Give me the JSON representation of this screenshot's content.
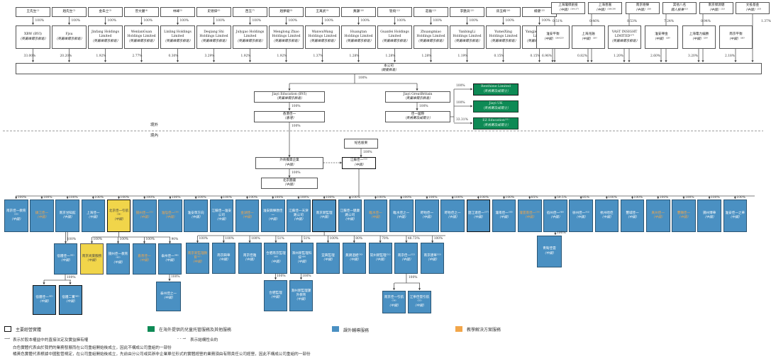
{
  "colors": {
    "blue": "#4a90c2",
    "yellow": "#f1d54a",
    "green": "#0e8a55",
    "orange": "#f2a64a"
  },
  "shareholders": [
    {
      "name": "王先生⁽¹⁾"
    },
    {
      "name": "趙先生⁽²⁾"
    },
    {
      "name": "金朱士⁽³⁾"
    },
    {
      "name": "曾文麗⁽⁴⁾"
    },
    {
      "name": "林峰⁽⁵⁾"
    },
    {
      "name": "史德偉⁽⁶⁾"
    },
    {
      "name": "西玉⁽⁷⁾"
    },
    {
      "name": "趙夢龍⁽⁸⁾"
    },
    {
      "name": "王萬武⁽⁹⁾"
    },
    {
      "name": "黃謙⁽¹⁰⁾"
    },
    {
      "name": "管飛⁽¹¹⁾"
    },
    {
      "name": "莊磊⁽¹²⁾"
    },
    {
      "name": "李艷兵⁽¹³⁾"
    },
    {
      "name": "孫玉梅⁽¹⁴⁾"
    },
    {
      "name": "楊健⁽¹⁵⁾"
    }
  ],
  "holdcos": [
    {
      "name": "XBW (BVI)",
      "sub": "（英屬維爾京群島）",
      "pct_above": "100%",
      "pct_below": "33.00%"
    },
    {
      "name": "Fjsu",
      "sub": "（英屬維爾京群島）",
      "pct_above": "100%",
      "pct_below": "20.20%"
    },
    {
      "name": "Jinfang Holdings Limited",
      "sub": "（英屬維爾京群島）",
      "pct_above": "100%",
      "pct_below": "1.92%"
    },
    {
      "name": "WenlanGuan Holdings Limited",
      "sub": "（英屬維爾京群島）",
      "pct_above": "100%",
      "pct_below": "2.77%"
    },
    {
      "name": "Linling Holdings Limited",
      "sub": "（英屬維爾京群島）",
      "pct_above": "100%",
      "pct_below": "0.30%"
    },
    {
      "name": "Deqiang Shi Holdings Limited",
      "sub": "（英屬維爾京群島）",
      "pct_above": "100%",
      "pct_below": "3.29%"
    },
    {
      "name": "Julygao Holdings Limited",
      "sub": "（英屬維爾京群島）",
      "pct_above": "100%",
      "pct_below": "1.92%"
    },
    {
      "name": "Menglong Zhao Holdings Limited",
      "sub": "（英屬維爾京群島）",
      "pct_above": "100%",
      "pct_below": "1.92%"
    },
    {
      "name": "WanwuWang Holdings Limited",
      "sub": "（英屬維爾京群島）",
      "pct_above": "100%",
      "pct_below": "1.37%"
    },
    {
      "name": "Huangtan Holdings Limited",
      "sub": "（英屬維爾京群島）",
      "pct_above": "100%",
      "pct_below": "1.28%"
    },
    {
      "name": "Guanfei Holdings Limited",
      "sub": "（英屬維爾京群島）",
      "pct_above": "100%",
      "pct_below": "1.28%"
    },
    {
      "name": "Zhuangmiao Holdings Limited",
      "sub": "（英屬維爾京群島）",
      "pct_above": "100%",
      "pct_below": "1.28%"
    },
    {
      "name": "YanbingLi Holdings Limited",
      "sub": "（英屬維爾京群島）",
      "pct_above": "100%",
      "pct_below": "1.19%"
    },
    {
      "name": "YumeiXing Holdings Limited",
      "sub": "（英屬維爾京群島）",
      "pct_above": "100%",
      "pct_below": "0.15%"
    },
    {
      "name": "Yangjie Holdings Limited",
      "sub": "（英屬維爾京群島）",
      "pct_above": "100%",
      "pct_below": "0.15%"
    }
  ],
  "institutions_top": [
    {
      "name": "上海瓏傑創投",
      "sub": "（中國）⁽¹⁶⁾⁽¹⁷⁾",
      "pct": "0.51%"
    },
    {
      "name": "上海善嘉",
      "sub": "（中國）⁽¹⁸⁾⁽¹⁹⁾",
      "pct": "0.46%"
    },
    {
      "name": "南京德樂",
      "sub": "（中國）⁽²⁰⁾",
      "pct": "0.53%"
    },
    {
      "name": "其他八名",
      "sub": "個人股東⁽²¹⁾",
      "pct": "7.24%"
    },
    {
      "name": "南京傑源健",
      "sub": "（中國）⁽²²⁾",
      "pct": "0.94%"
    },
    {
      "name": "文投基金",
      "sub": "（中國）⁽²³⁾",
      "pct": "1.37%"
    }
  ],
  "institutions_mid": [
    {
      "name": "淮安平衡",
      "sub": "（中國）⁽²⁴⁾⁽²⁵⁾",
      "pct": "6.96%"
    },
    {
      "name": "上海兆融",
      "sub": "（中國）⁽²⁶⁾",
      "pct": "0.82%"
    },
    {
      "name": "VAST INSIGHT LIMITED⁽²⁷⁾",
      "sub": "（英屬維爾京群島）",
      "pct": "1.20%"
    },
    {
      "name": "淮安禪金",
      "sub": "（中國）⁽²⁸⁾",
      "pct": "2.60%"
    },
    {
      "name": "上海電力編勝",
      "sub": "（中國）⁽²⁹⁾",
      "pct": "3.20%"
    },
    {
      "name": "南京平衡",
      "sub": "（中國）⁽³⁰⁾",
      "pct": "2.18%"
    }
  ],
  "company": {
    "name": "本公司",
    "sub": "（開曼群島）",
    "pct_below": "100%"
  },
  "offshore": {
    "bvi": {
      "name": "Jiayi Education (BVI)",
      "sub": "（英屬維爾京群島）",
      "pct_below": "100%"
    },
    "hk": {
      "name": "香港佳一",
      "sub": "（香港）",
      "pct_below": "100%"
    },
    "gb": {
      "name": "Jiayi GreatBritain",
      "sub": "（英屬維爾京群島）",
      "pct_below": "100%"
    },
    "intl": {
      "name": "佳一國際",
      "sub": "（英格蘭及威爾士）"
    },
    "green": [
      {
        "name": "Renthime Limited",
        "sub": "（英格蘭及威爾士）",
        "pct": "100%"
      },
      {
        "name": "Jiayi UK",
        "sub": "（英格蘭及威爾士）",
        "pct": "100%"
      },
      {
        "name": "EZ Education⁽³¹⁾",
        "sub": "（英格蘭及威爾士）",
        "pct": "33.31%"
      }
    ]
  },
  "region_labels": {
    "offshore": "境外",
    "onshore": "境內"
  },
  "onshore": {
    "nominee": {
      "name": "紀名股東",
      "pct_below": "100%"
    },
    "wfoe": {
      "name": "外商獨資企業",
      "sub": "（中國）",
      "pct_below": "100%"
    },
    "beijing_consult": {
      "name": "北京圖書",
      "sub": "（中國）"
    },
    "vie": {
      "name": "江蘇佳一⁽³²⁾",
      "sub": "（中國）"
    }
  },
  "subsidiaries": [
    {
      "name": "南京佳一教育⁽³³⁾",
      "sub": "（中國）",
      "pct": "100%",
      "color": "blue"
    },
    {
      "name": "鎮江佳一",
      "sub": "（中國）",
      "pct": "100%",
      "color": "blue-orange"
    },
    {
      "name": "南京甘知館",
      "sub": "（中國）",
      "pct": "100%",
      "color": "blue"
    },
    {
      "name": "上海佳一",
      "sub": "（中國）",
      "pct": "100%",
      "color": "blue"
    },
    {
      "name": "北京佳一引航⁽³⁴⁾",
      "sub": "（中國）",
      "pct": "100%",
      "color": "yellow",
      "thick": true
    },
    {
      "name": "揚州佳一⁽³⁵⁾",
      "sub": "（中國）",
      "pct": "100%",
      "color": "blue-orange"
    },
    {
      "name": "淮陰佳一⁽³⁶⁾",
      "sub": "（中國）",
      "pct": "100%",
      "color": "blue-orange"
    },
    {
      "name": "淮安草方向",
      "sub": "（中國）",
      "pct": "100%",
      "color": "blue"
    },
    {
      "name": "江蘇佳一淮安公司",
      "sub": "（中國）",
      "pct": "100%",
      "color": "blue"
    },
    {
      "name": "金湖佳一",
      "sub": "（中國）",
      "pct": "100%",
      "color": "blue-orange"
    },
    {
      "name": "淮安興樂匯佳一",
      "sub": "（中國）",
      "pct": "100%",
      "color": "blue"
    },
    {
      "name": "江蘇佳一天津路公司",
      "sub": "（中國）",
      "pct": "100%",
      "color": "blue"
    },
    {
      "name": "南京新監理",
      "sub": "（中國）",
      "pct": "100%",
      "color": "blue",
      "thick": true
    },
    {
      "name": "江蘇佳一健康路公司",
      "sub": "（中國）",
      "pct": "100%",
      "color": "blue"
    },
    {
      "name": "睢水佳一",
      "sub": "（中國）",
      "pct": "100%",
      "color": "blue-orange"
    },
    {
      "name": "睢水佳之一",
      "sub": "（中國）",
      "pct": "100%",
      "color": "blue"
    },
    {
      "name": "盱眙佳一",
      "sub": "（中國）",
      "pct": "100%",
      "color": "blue"
    },
    {
      "name": "盱眙佳之一",
      "sub": "（中國）",
      "pct": "100%",
      "color": "blue"
    },
    {
      "name": "連江達佳一⁽³⁷⁾",
      "sub": "（中國）",
      "pct": "100%",
      "color": "blue",
      "thick": true
    },
    {
      "name": "灌南佳一⁽³⁸⁾",
      "sub": "（中國）",
      "pct": "100%",
      "color": "blue"
    },
    {
      "name": "灌雲南佳一⁽³⁹⁾",
      "sub": "（中國）",
      "pct": "85%",
      "color": "blue-orange"
    },
    {
      "name": "宿州佳一⁽⁴⁰⁾",
      "sub": "（中國）",
      "pct": "59.5%",
      "color": "blue"
    },
    {
      "name": "徐州佳一⁽⁴¹⁾",
      "sub": "（中國）",
      "pct": "85%",
      "color": "blue"
    },
    {
      "name": "杭州哈佳",
      "sub": "（中國）",
      "pct": "100%",
      "color": "blue"
    },
    {
      "name": "豐城佳一",
      "sub": "（中國）",
      "pct": "100%",
      "color": "blue"
    },
    {
      "name": "真州佳一",
      "sub": "（中國）",
      "pct": "100%",
      "color": "blue-orange"
    },
    {
      "name": "豐縣佳一",
      "sub": "（中國）",
      "pct": "100%",
      "color": "blue-orange"
    },
    {
      "name": "揚州博華",
      "sub": "（中國）",
      "pct": "100%",
      "color": "blue"
    },
    {
      "name": "淮安佳一之華",
      "sub": "（中國）",
      "pct": "100%",
      "color": "blue"
    }
  ],
  "level3_left": [
    {
      "name": "宿遷佳一⁽⁴²⁾",
      "sub": "（中國）",
      "pct": "100%",
      "color": "blue"
    },
    {
      "name": "南京尚葉服務",
      "sub": "（中國）",
      "pct": "100%",
      "color": "yellow"
    },
    {
      "name": "揚州佳一教育⁽⁴³⁾",
      "sub": "（中國）",
      "pct": "100%",
      "color": "blue"
    },
    {
      "name": "嘉善佳一",
      "sub": "（中國）",
      "pct": "100%",
      "color": "blue-orange"
    },
    {
      "name": "泰州佳一⁽⁴⁴⁾",
      "sub": "（中國）",
      "pct": "90%",
      "color": "blue"
    }
  ],
  "level4_left": [
    {
      "name": "宿遷佳一⁽⁴⁵⁾",
      "sub": "（中國）",
      "color": "blue",
      "thick": true
    },
    {
      "name": "宿遷二實⁽⁴⁶⁾",
      "sub": "（中國）",
      "color": "blue",
      "thick": true
    }
  ],
  "level4_left_pct": "100%",
  "taizhou_child": {
    "name": "泰州佳之一",
    "sub": "（中國）",
    "pct": "100%"
  },
  "level3_mid": [
    {
      "name": "南京新監理教育⁽⁴⁷⁾",
      "sub": "（中國）",
      "pct": "100%",
      "color": "blue-orange"
    },
    {
      "name": "南京興華",
      "sub": "（中國）",
      "pct": "100%",
      "color": "blue"
    },
    {
      "name": "南京佳雅",
      "sub": "（中國）",
      "pct": "100%",
      "color": "blue"
    },
    {
      "name": "合肥南京監理⁽⁴⁸⁾",
      "sub": "（中國）",
      "pct": "51%",
      "color": "blue"
    },
    {
      "name": "滁州新監理科技⁽⁴⁹⁾",
      "sub": "（中國）",
      "pct": "51%",
      "color": "blue"
    },
    {
      "name": "宜興監理",
      "sub": "（中國）",
      "pct": "100%",
      "color": "blue"
    },
    {
      "name": "無錫溫經⁽⁵⁰⁾",
      "sub": "（中國）",
      "pct": "80%",
      "color": "blue"
    },
    {
      "name": "常州新監理⁽⁵¹⁾",
      "sub": "（中國）",
      "pct": "70%",
      "color": "blue"
    },
    {
      "name": "南京佳一⁽⁵²⁾",
      "sub": "（中國）",
      "pct": "48.73%",
      "color": "blue"
    },
    {
      "name": "南京建華⁽⁵³⁾",
      "sub": "（中國）",
      "pct": "100%",
      "color": "blue"
    }
  ],
  "level4_mid": [
    {
      "name": "合肥監理",
      "sub": "（中國）",
      "pct": "100%"
    },
    {
      "name": "滁州新監理課外教育",
      "sub": "（中國）",
      "pct": "100%"
    }
  ],
  "level4_nj": [
    {
      "name": "南京佳一引航⁽⁵⁴⁾",
      "sub": "（中國）"
    },
    {
      "name": "江寧佳雲引航⁽⁵⁵⁾",
      "sub": "（中國）"
    }
  ],
  "level4_nj_pct": "100%",
  "suzhou_child": {
    "name": "青衛佳雲",
    "sub": "（中國）",
    "pct": "100%"
  },
  "legend": {
    "main_entity": "主要經營實體",
    "green": "在海外提供的兒童托管服務及其他服務",
    "blue": "課外輔導服務",
    "orange": "教學解決方案服務",
    "solid_arrow": "表示於股本權益中的直接法定及實益擁有權",
    "dashed_arrow": "表示結構性合約",
    "note1": "白色實體代表由於我們的業務發展而在公司重組開始後成立，因此不構成公司重組的一部份",
    "note2": "橘黃色實體代表根據中國監管規定，在公司重組開始後成立，先前由分公司或民辦非企業單位形式的實體經營的業務須由有限責任公司經營，因此不構成公司重組的一部份"
  }
}
